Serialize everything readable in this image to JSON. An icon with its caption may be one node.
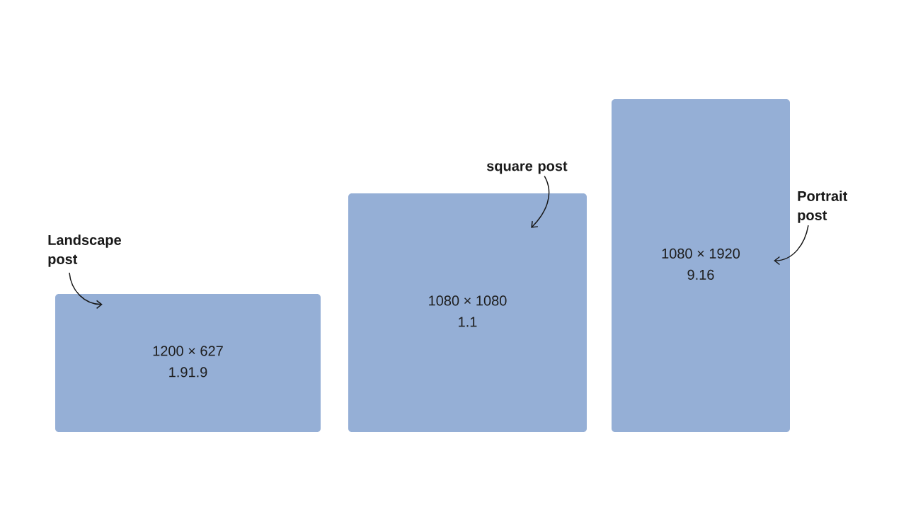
{
  "diagram": {
    "nodes": [
      {
        "text": [
          "Landscape post"
        ]
      },
      {
        "text": [
          "1200 × 627",
          "1.91.9"
        ]
      },
      {
        "text": [
          "square post"
        ]
      },
      {
        "text": [
          "1080 × 1080",
          "1.1"
        ]
      },
      {
        "text": [
          "Portrait post"
        ]
      },
      {
        "text": [
          "1080 × 1920",
          "9.16"
        ]
      }
    ],
    "edges": [
      {
        "from": 0,
        "to": 1,
        "arrow": "to"
      },
      {
        "from": 2,
        "to": 3,
        "arrow": "to"
      },
      {
        "from": 4,
        "to": 5,
        "arrow": "to"
      }
    ]
  }
}
